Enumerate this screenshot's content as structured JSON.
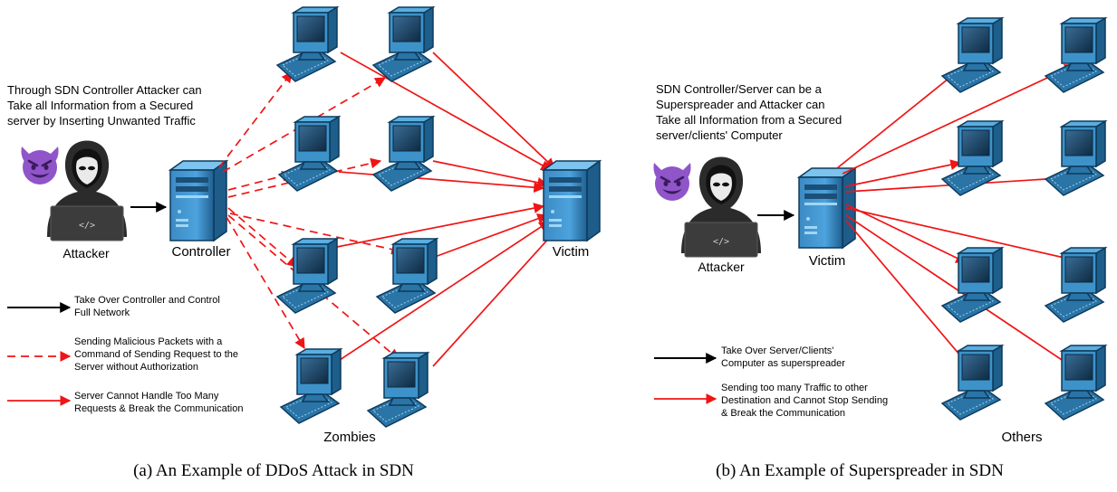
{
  "panel_a": {
    "description_lines": [
      "Through SDN Controller Attacker can",
      "Take all Information from a Secured",
      "server by Inserting Unwanted Traffic"
    ],
    "attacker_label": "Attacker",
    "controller_label": "Controller",
    "victim_label": "Victim",
    "zombies_label": "Zombies",
    "legend": [
      {
        "style": "solid-black",
        "lines": [
          "Take Over Controller and Control",
          "Full Network"
        ]
      },
      {
        "style": "dashed-red",
        "lines": [
          "Sending Malicious Packets with a",
          "Command of Sending Request to the",
          "Server without Authorization"
        ]
      },
      {
        "style": "solid-red",
        "lines": [
          "Server Cannot Handle Too Many",
          "Requests & Break the Communication"
        ]
      }
    ],
    "caption": "(a) An Example of DDoS Attack in SDN"
  },
  "panel_b": {
    "description_lines": [
      "SDN Controller/Server can be a",
      "Superspreader and Attacker can",
      "Take all Information from a Secured",
      "server/clients' Computer"
    ],
    "attacker_label": "Attacker",
    "victim_label": "Victim",
    "others_label": "Others",
    "legend": [
      {
        "style": "solid-black",
        "lines": [
          "Take Over Server/Clients'",
          "Computer as superspreader"
        ]
      },
      {
        "style": "solid-red",
        "lines": [
          "Sending too many Traffic to other",
          "Destination and Cannot Stop Sending",
          "& Break the Communication"
        ]
      }
    ],
    "caption": "(b) An Example of Superspreader in SDN"
  },
  "icons": {
    "attacker": "hooded-hacker-icon",
    "devil": "smiling-devil-emoji-icon",
    "server": "tower-server-icon",
    "computer": "desktop-computer-icon"
  },
  "colors": {
    "arrow_red": "#f01414",
    "arrow_black": "#000000",
    "computer_blue": "#2f7fb0",
    "devil_purple": "#8f55c9"
  }
}
